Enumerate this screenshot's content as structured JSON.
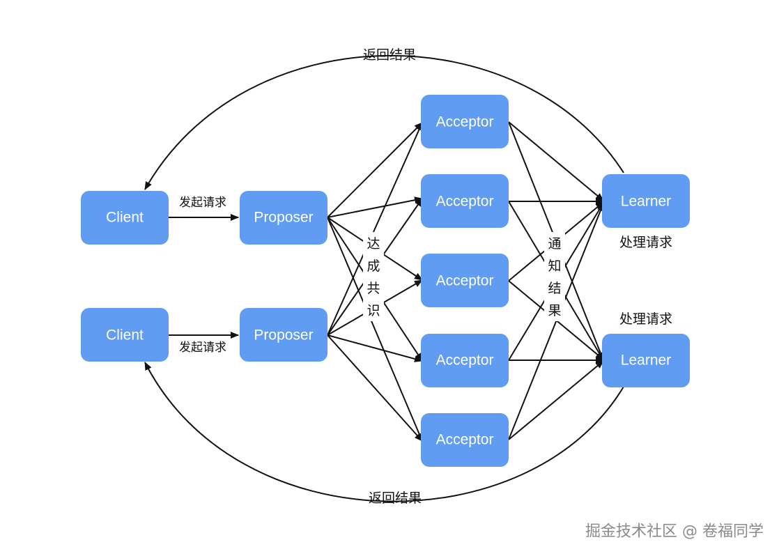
{
  "nodes": {
    "client1": "Client",
    "client2": "Client",
    "proposer1": "Proposer",
    "proposer2": "Proposer",
    "acceptor1": "Acceptor",
    "acceptor2": "Acceptor",
    "acceptor3": "Acceptor",
    "acceptor4": "Acceptor",
    "acceptor5": "Acceptor",
    "learner1": "Learner",
    "learner2": "Learner"
  },
  "labels": {
    "send_request_1": "发起请求",
    "send_request_2": "发起请求",
    "return_result_top": "返回结果",
    "return_result_bottom": "返回结果",
    "consensus": [
      "达",
      "成",
      "共",
      "识"
    ],
    "notify": [
      "通",
      "知",
      "结",
      "果"
    ],
    "process_request_1": "处理请求",
    "process_request_2": "处理请求"
  },
  "watermark": "掘金技术社区 @ 卷福同学",
  "colors": {
    "node_fill": "#5f9cf2",
    "node_text": "#ffffff",
    "edge": "#111111"
  }
}
